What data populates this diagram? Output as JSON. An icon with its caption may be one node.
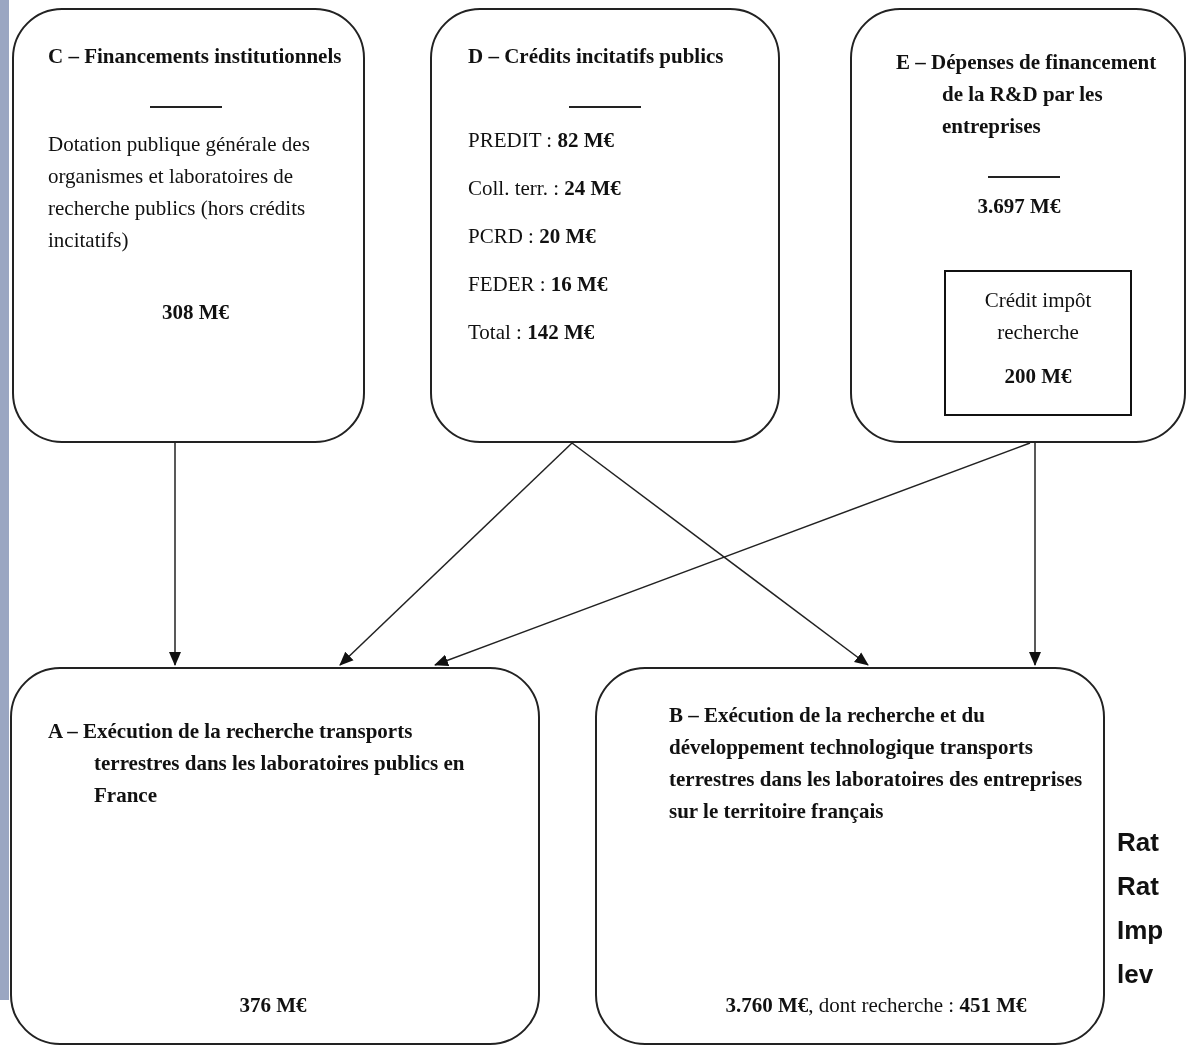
{
  "diagram": {
    "nodes": [
      {
        "text": [
          "C – Financements institutionnels",
          "Dotation publique générale des organismes et laboratoires de recherche publics (hors crédits incitatifs)",
          "308 M€"
        ]
      },
      {
        "text": [
          "D – Crédits incitatifs publics",
          "PREDIT : **82 M€**",
          "Coll. terr. : **24 M€**",
          "PCRD : **20 M€**",
          "FEDER : **16 M€**",
          "Total : **142 M€**"
        ]
      },
      {
        "text": [
          "E – Dépenses de financement de la R&D par les entreprises",
          "3.697 M€"
        ]
      },
      {
        "text": [
          "Crédit impôt recherche",
          "200 M€"
        ],
        "in": 2
      },
      {
        "text": [
          "A – Exécution de la recherche transports terrestres dans les laboratoires publics en France",
          "376 M€"
        ]
      },
      {
        "text": [
          "B – Exécution de la recherche et du développement technologique transports terrestres dans les laboratoires des entreprises sur le territoire français",
          "**3.760 M€**, dont recherche : **451 M€**"
        ]
      }
    ],
    "edges": [
      {
        "from": 0,
        "to": 4,
        "arrow": "to"
      },
      {
        "from": 1,
        "to": 4,
        "arrow": "to"
      },
      {
        "from": 1,
        "to": 5,
        "arrow": "to"
      },
      {
        "from": 2,
        "to": 4,
        "arrow": "to"
      },
      {
        "from": 2,
        "to": 5,
        "arrow": "to"
      }
    ],
    "labels": [
      "Rat",
      "Rat",
      "Imp",
      "lev"
    ]
  }
}
